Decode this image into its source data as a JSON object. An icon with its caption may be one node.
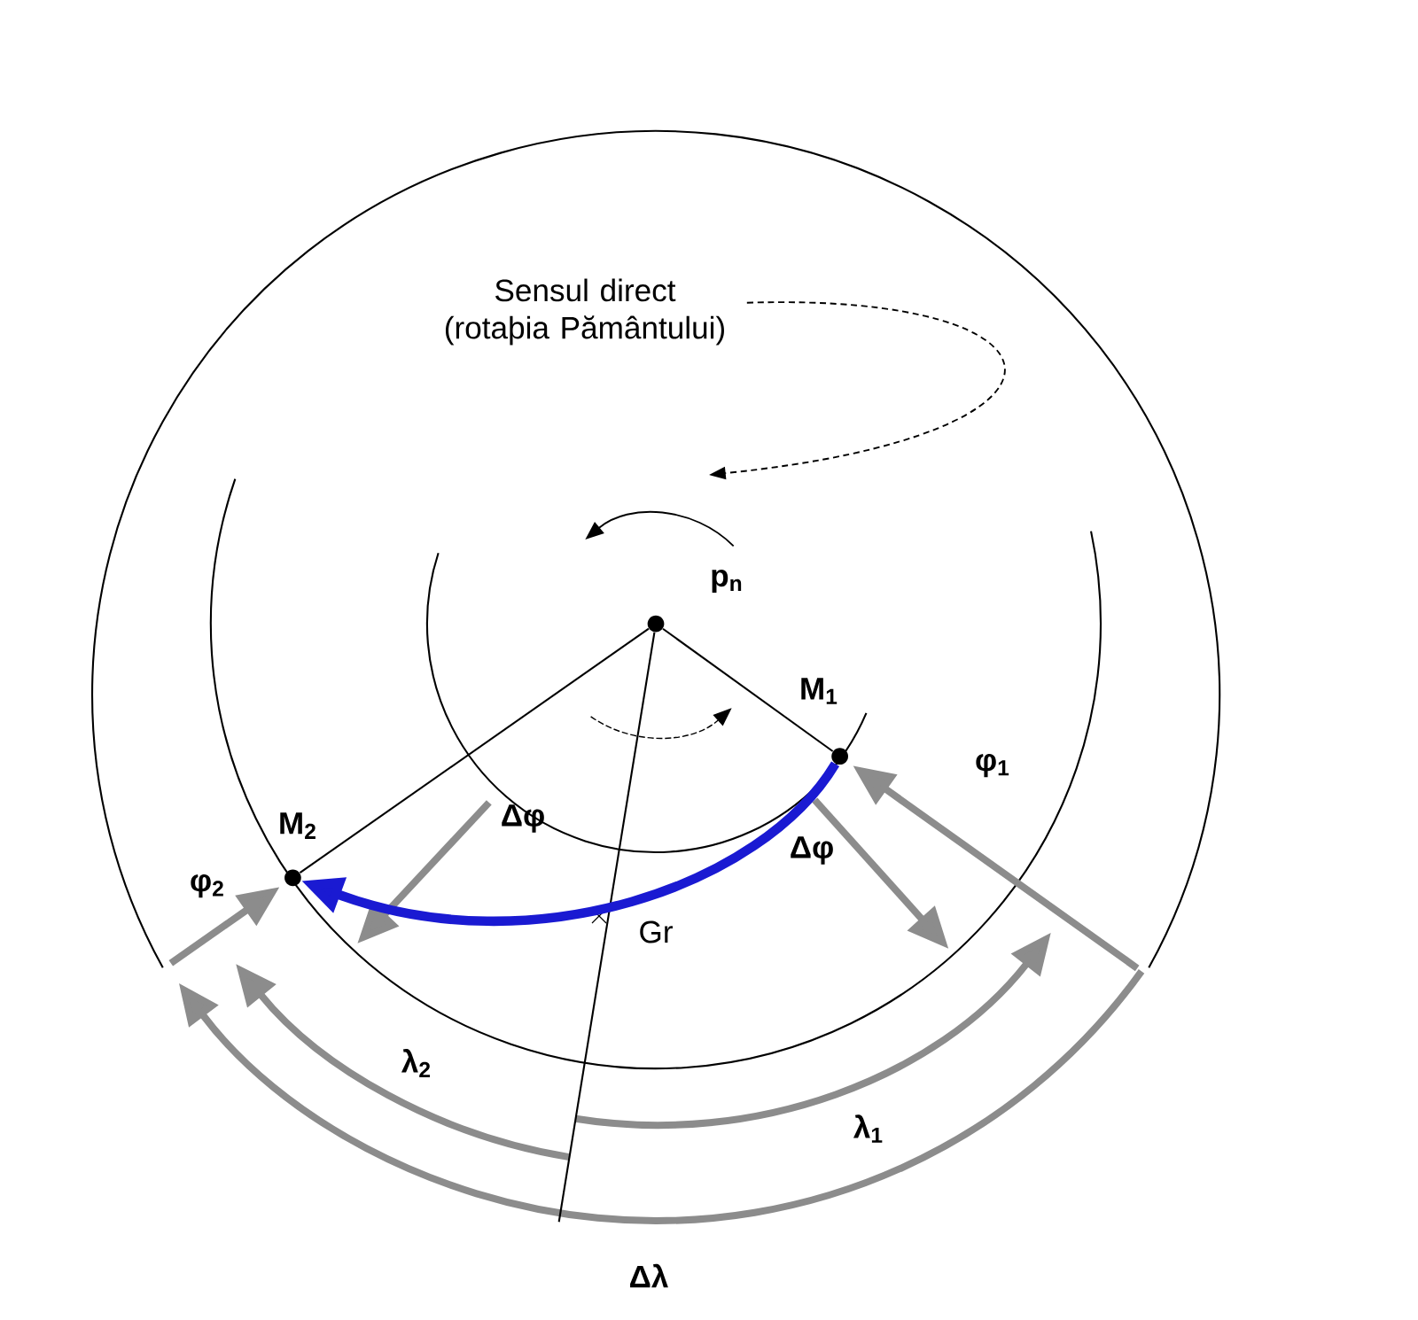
{
  "diagram": {
    "nodes": [
      {
        "text": [
          "Sensul direct (rotaþia Pământului)"
        ]
      },
      {
        "text": [
          "p$_{n}$"
        ]
      },
      {
        "text": [
          "M$_{1}$"
        ]
      },
      {
        "text": [
          "M$_{2}$"
        ]
      }
    ],
    "edges": [
      {
        "from": 0,
        "to": null,
        "arrow": "to",
        "style": "dashed"
      },
      {
        "from": 1,
        "to": 2,
        "arrow": "none"
      },
      {
        "from": 1,
        "to": 3,
        "arrow": "none"
      },
      {
        "from": 1,
        "to": null,
        "arrow": "none"
      },
      {
        "from": 2,
        "to": 3,
        "arrow": "to",
        "style": "thick",
        "color": "#1a1ad2"
      }
    ],
    "labels": [
      "φ$_{1}$",
      "Δφ",
      "Δφ",
      "φ$_{2}$",
      "Gr",
      "λ$_{2}$",
      "λ$_{1}$",
      "Δλ"
    ]
  }
}
